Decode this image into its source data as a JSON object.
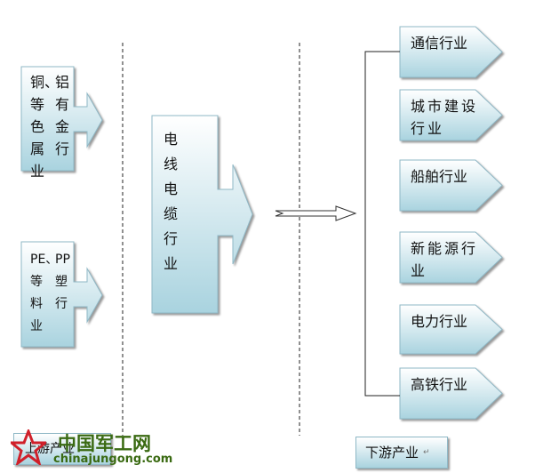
{
  "upstream": {
    "metals": {
      "col1": [
        "铜、",
        "等",
        "色",
        "属",
        "业"
      ],
      "col2": [
        "铝",
        "有",
        "金",
        "行"
      ]
    },
    "plastics": {
      "col1": [
        "PE、",
        "等",
        "料",
        "业"
      ],
      "col2": [
        "PP",
        "塑",
        "行"
      ]
    },
    "label": "上游产业"
  },
  "center": {
    "chars": [
      "电",
      "线",
      "电",
      "缆",
      "行",
      "业"
    ]
  },
  "downstream": {
    "items": [
      "通信行业",
      "城市建设行业",
      "船舶行业",
      "新能源行业",
      "电力行业",
      "高铁行业"
    ],
    "label": "下游产业"
  },
  "watermark": {
    "cn": "中国军工网",
    "en": "chinajungong.com"
  },
  "colors": {
    "box_top": "#ffffff",
    "box_bottom": "#a9d3df",
    "border": "#8fb8c6"
  }
}
